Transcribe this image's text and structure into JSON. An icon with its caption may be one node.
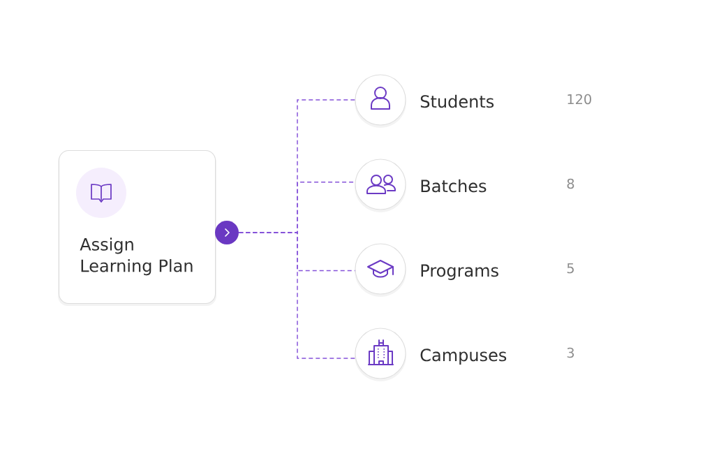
{
  "diagram": {
    "nodes": [
      {
        "text": [
          "Assign Learning Plan"
        ]
      },
      {
        "text": [],
        "shape": "circle"
      },
      {
        "text": [
          "Students"
        ]
      },
      {
        "text": [
          "Batches"
        ]
      },
      {
        "text": [
          "Programs"
        ]
      },
      {
        "text": [
          "Campuses"
        ]
      }
    ],
    "edges": [
      {
        "from": 1,
        "to": 2,
        "arrow": "none",
        "style": "dashed"
      },
      {
        "from": 1,
        "to": 3,
        "arrow": "none",
        "style": "dashed"
      },
      {
        "from": 1,
        "to": 4,
        "arrow": "none",
        "style": "dashed"
      },
      {
        "from": 1,
        "to": 5,
        "arrow": "none",
        "style": "dashed"
      }
    ],
    "labels": [
      "120",
      "8",
      "5",
      "3"
    ]
  }
}
